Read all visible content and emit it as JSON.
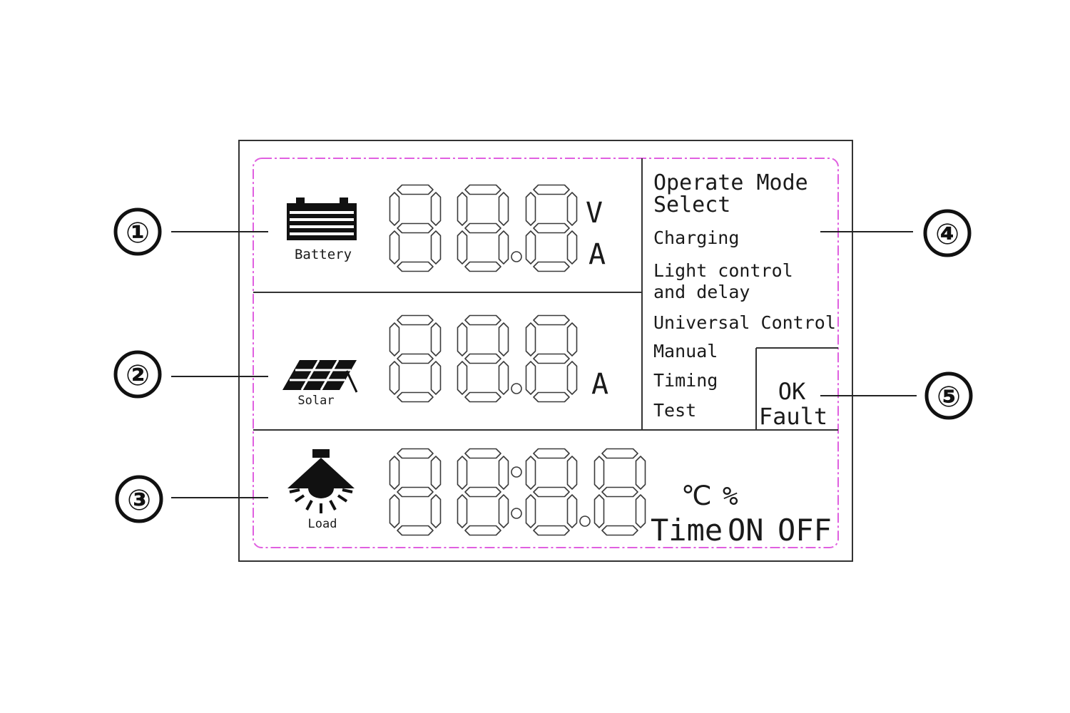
{
  "colors": {
    "dash_border": "#e060e0",
    "frame": "#333333",
    "ink": "#1a1a1a"
  },
  "callouts": [
    "①",
    "②",
    "③",
    "④",
    "⑤"
  ],
  "battery": {
    "label": "Battery",
    "icon": "battery-icon",
    "unit_v": "V",
    "unit_a": "A"
  },
  "solar": {
    "label": "Solar",
    "icon": "solar-panel-icon",
    "unit_a": "A"
  },
  "load": {
    "label": "Load",
    "icon": "lamp-icon",
    "unit_c": "℃",
    "unit_pct": "%",
    "time": "Time",
    "on": "ON",
    "off": "OFF"
  },
  "mode": {
    "title_line1": "Operate Mode",
    "title_line2": "Select",
    "charging": "Charging",
    "light_line1": "Light control",
    "light_line2": "and delay",
    "universal": "Universal Control",
    "manual": "Manual",
    "timing": "Timing",
    "test": "Test"
  },
  "status": {
    "ok": "OK",
    "fault": "Fault"
  }
}
